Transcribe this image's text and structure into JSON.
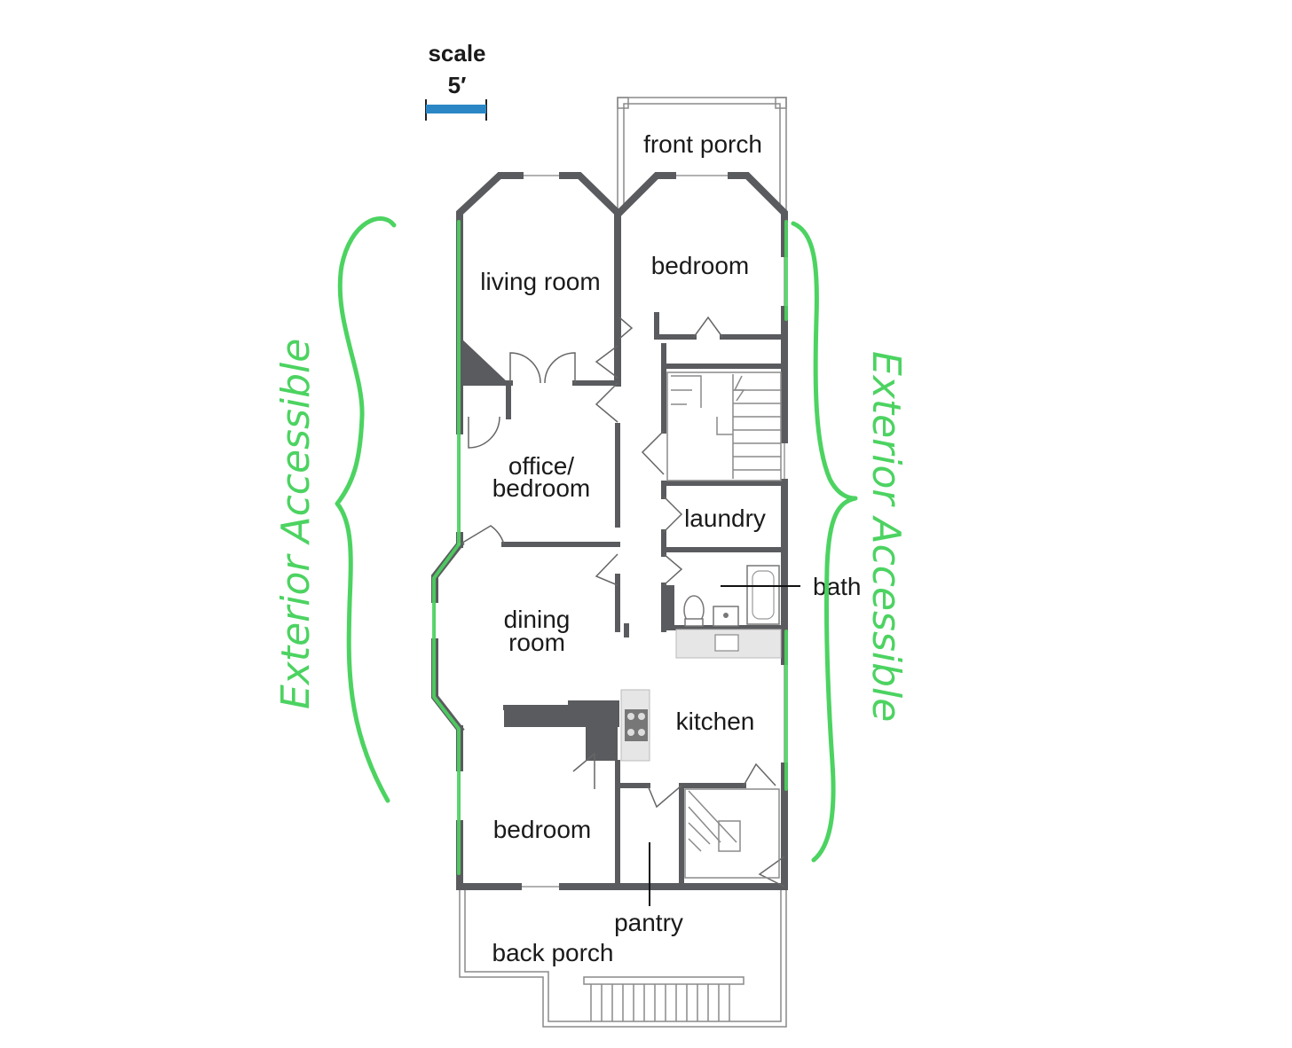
{
  "colors": {
    "wall": "#5a5b5e",
    "annotation": "#4cd361",
    "scale_bar": "#2b86c5",
    "counter": "#e6e6e6"
  },
  "scale": {
    "title": "scale",
    "value": "5′"
  },
  "rooms": {
    "front_porch": "front porch",
    "living_room": "living room",
    "bedroom_front": "bedroom",
    "office_line1": "office/",
    "office_line2": "bedroom",
    "laundry": "laundry",
    "bath": "bath",
    "dining_line1": "dining",
    "dining_line2": "room",
    "kitchen": "kitchen",
    "bedroom_rear": "bedroom",
    "pantry": "pantry",
    "back_porch": "back porch"
  },
  "annotations": {
    "left": "Exterior Accessible",
    "right": "Exterior Accessible"
  },
  "icons": {
    "toilet": "toilet-icon",
    "sink": "sink-icon",
    "bathtub": "bathtub-icon",
    "stove": "stove-icon",
    "stairs": "stairs-icon"
  }
}
